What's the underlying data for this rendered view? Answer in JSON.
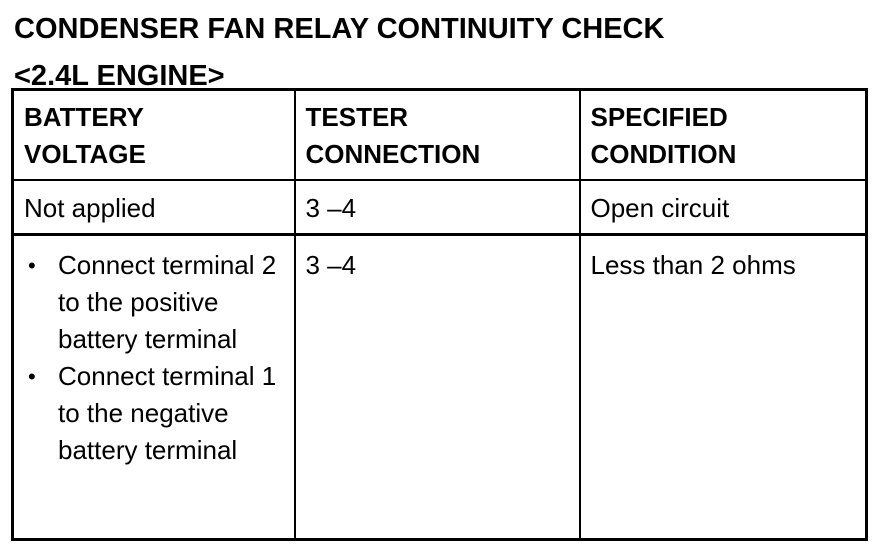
{
  "title": {
    "line1": "CONDENSER FAN RELAY CONTINUITY CHECK",
    "line2": "<2.4L ENGINE>"
  },
  "table": {
    "headers": [
      "BATTERY VOLTAGE",
      "TESTER CONNECTION",
      "SPECIFIED CONDITION"
    ],
    "rows": [
      {
        "battery_voltage": "Not applied",
        "tester_connection": "3 –4",
        "specified_condition": "Open circuit"
      },
      {
        "battery_voltage_bullets": [
          "Connect terminal 2 to the positive battery terminal",
          "Connect terminal 1 to the negative battery terminal"
        ],
        "tester_connection": "3 –4",
        "specified_condition": "Less than 2 ohms"
      }
    ]
  },
  "bullet_glyph": "•",
  "colors": {
    "text": "#000000",
    "background": "#ffffff",
    "border": "#000000"
  }
}
